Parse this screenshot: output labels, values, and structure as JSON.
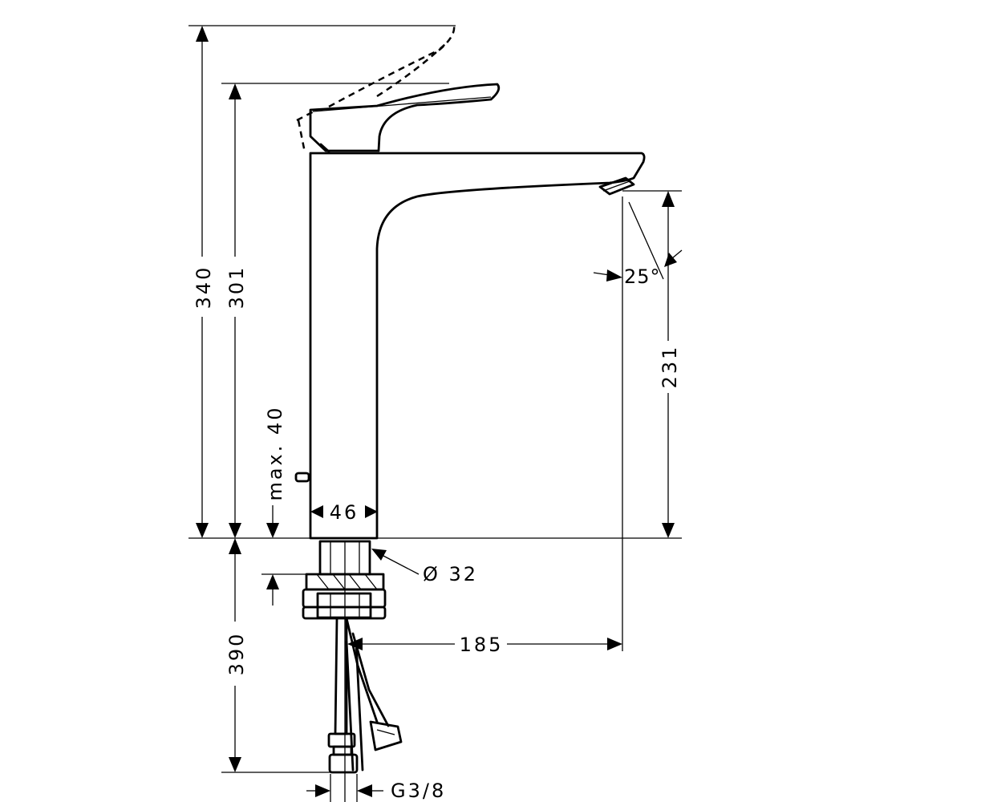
{
  "dimensions": {
    "total_height": "340",
    "handle_height": "301",
    "max_thickness": "max. 40",
    "base_width": "46",
    "spout_height": "231",
    "spray_angle": "25°",
    "shank_diameter": "Ø 32",
    "spout_reach": "185",
    "hose_length": "390",
    "thread": "G3/8"
  }
}
